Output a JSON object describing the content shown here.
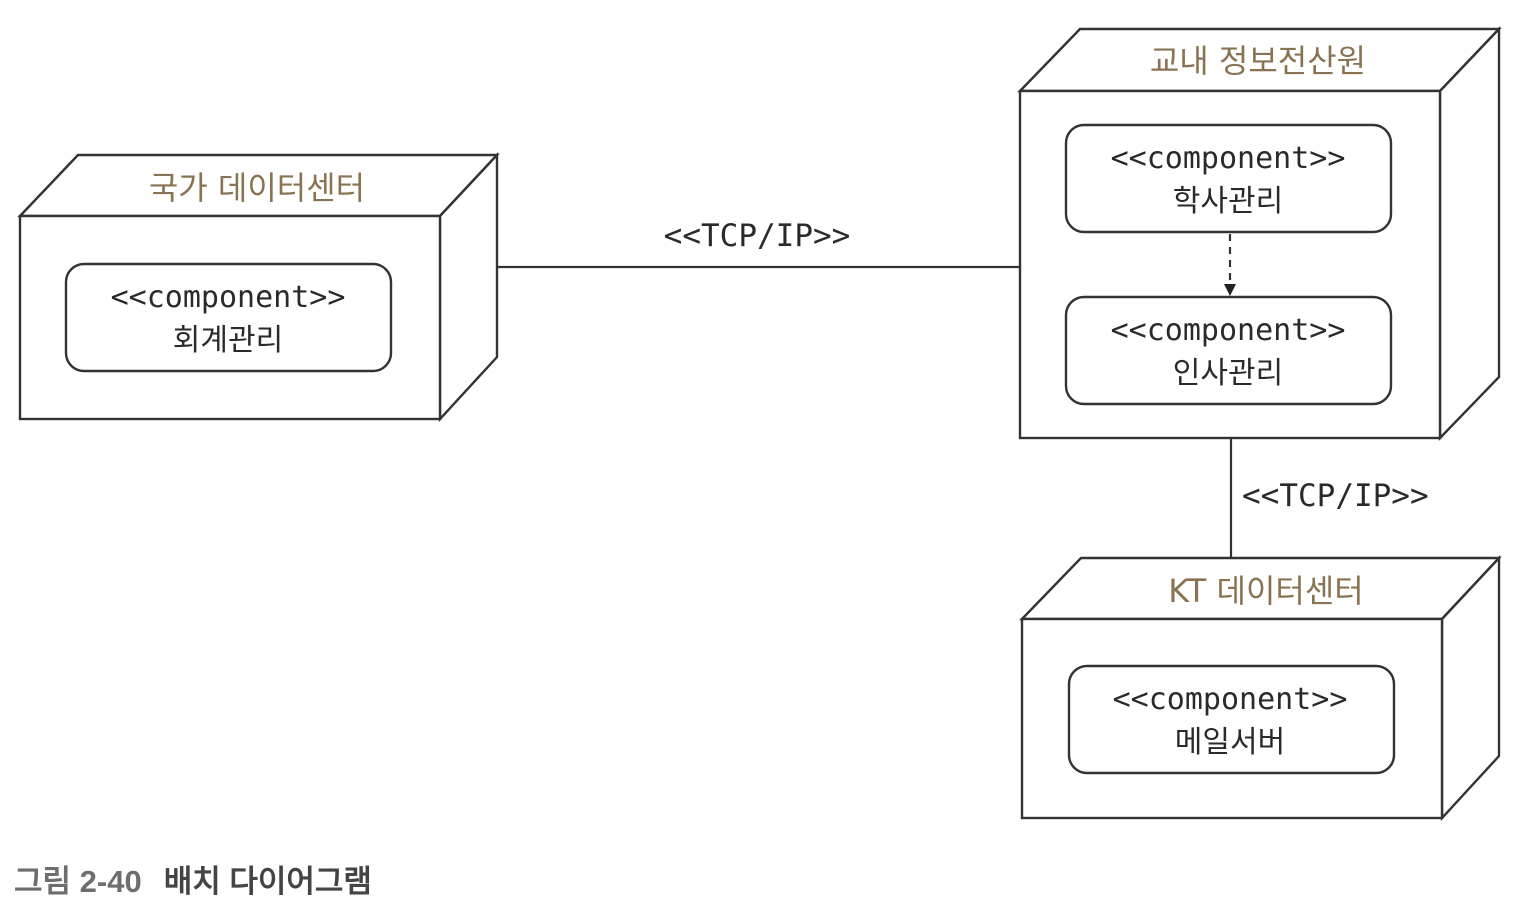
{
  "diagram": {
    "nodes": [
      {
        "id": "national",
        "title": "국가 데이터센터",
        "components": [
          {
            "stereotype": "<<component>>",
            "name": "회계관리"
          }
        ]
      },
      {
        "id": "campus",
        "title": "교내 정보전산원",
        "components": [
          {
            "stereotype": "<<component>>",
            "name": "학사관리"
          },
          {
            "stereotype": "<<component>>",
            "name": "인사관리"
          }
        ]
      },
      {
        "id": "kt",
        "title": "KT 데이터센터",
        "components": [
          {
            "stereotype": "<<component>>",
            "name": "메일서버"
          }
        ]
      }
    ],
    "links": [
      {
        "from": "national",
        "to": "campus",
        "label": "<<TCP/IP>>"
      },
      {
        "from": "campus",
        "to": "kt",
        "label": "<<TCP/IP>>"
      }
    ],
    "dependencies": [
      {
        "from": "학사관리",
        "to": "인사관리",
        "style": "dashed"
      }
    ]
  },
  "caption": {
    "number": "그림 2-40",
    "title": "배치 다이어그램"
  }
}
